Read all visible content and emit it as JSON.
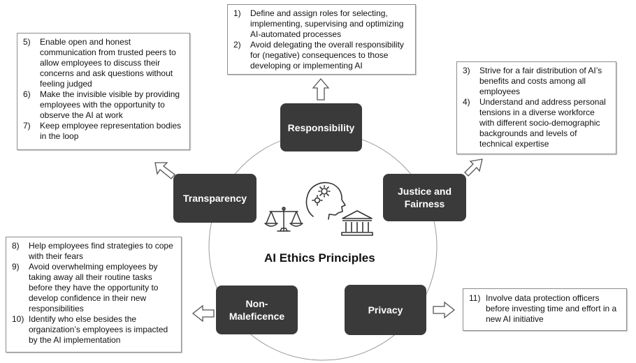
{
  "center_title": "AI Ethics Principles",
  "principles": {
    "responsibility": "Responsibility",
    "justice": "Justice and Fairness",
    "privacy": "Privacy",
    "non_maleficence": "Non-Maleficence",
    "transparency": "Transparency"
  },
  "notes": {
    "responsibility": [
      {
        "num": "1)",
        "text": "Define and assign roles for selecting, implementing, supervising and optimizing AI-automated processes"
      },
      {
        "num": "2)",
        "text": "Avoid delegating the overall responsibility for (negative) consequences to those developing or implementing AI"
      }
    ],
    "justice": [
      {
        "num": "3)",
        "text": "Strive for a fair distribution of AI’s benefits and costs among all employees"
      },
      {
        "num": "4)",
        "text": "Understand and address personal tensions in a diverse workforce with different socio-demographic backgrounds and levels of technical expertise"
      }
    ],
    "transparency": [
      {
        "num": "5)",
        "text": "Enable open and honest communication from trusted peers to allow employees to discuss their concerns and ask questions without feeling judged"
      },
      {
        "num": "6)",
        "text": "Make the invisible visible by providing employees with the opportunity to observe the AI at work"
      },
      {
        "num": "7)",
        "text": "Keep employee representation bodies in the loop"
      }
    ],
    "non_maleficence": [
      {
        "num": "8)",
        "text": "Help employees find strategies to cope with their fears"
      },
      {
        "num": "9)",
        "text": "Avoid overwhelming employees by taking away all their routine tasks before they have the opportunity to develop confidence in their new responsibilities"
      },
      {
        "num": "10)",
        "text": "Identify who else besides the organization’s employees is impacted by the AI implementation"
      }
    ],
    "privacy": [
      {
        "num": "11)",
        "text": "Involve data protection officers before investing time and effort in a new AI initiative"
      }
    ]
  },
  "icons": [
    "brain-gears-icon",
    "scales-icon",
    "courthouse-icon"
  ],
  "colors": {
    "box": "#3a3a3a",
    "box_text": "#ffffff",
    "circle": "#9a9a9a",
    "arrow": "#555555"
  }
}
